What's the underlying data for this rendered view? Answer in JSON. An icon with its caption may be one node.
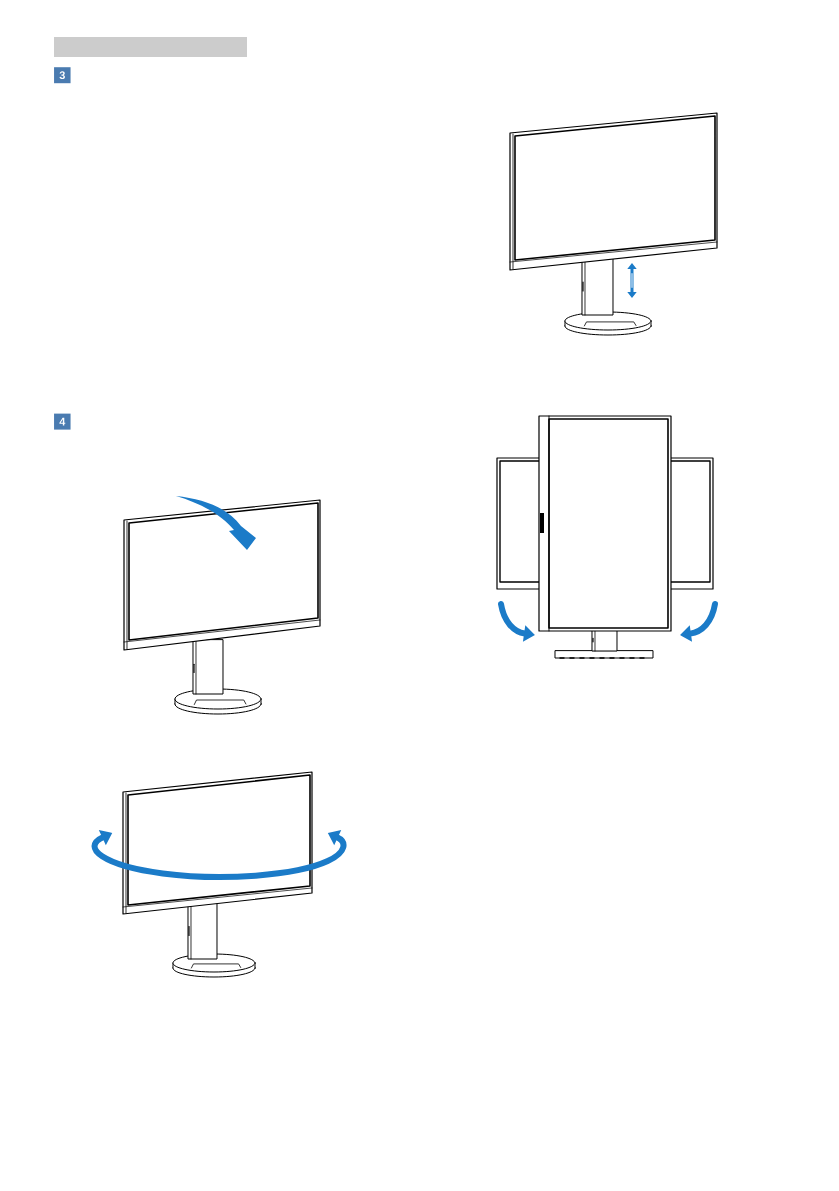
{
  "diagram": {
    "nodes": [
      {
        "text": [],
        "shape": "bar"
      },
      {
        "text": [
          "3"
        ]
      },
      {
        "text": [
          "4"
        ]
      }
    ]
  }
}
